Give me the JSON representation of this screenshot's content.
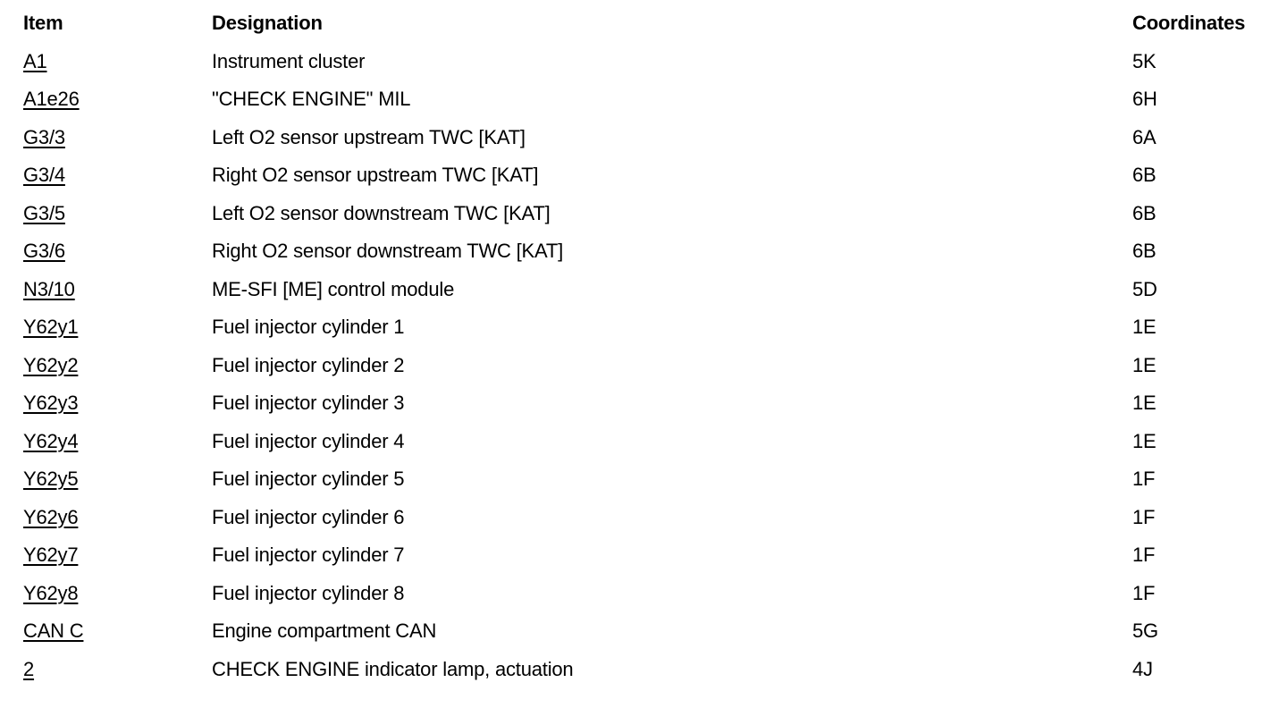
{
  "headers": {
    "item": "Item",
    "designation": "Designation",
    "coordinates": "Coordinates"
  },
  "rows": [
    {
      "item": "A1",
      "designation": "Instrument cluster",
      "coordinates": "5K"
    },
    {
      "item": "A1e26",
      "designation": "\"CHECK ENGINE\" MIL",
      "coordinates": "6H"
    },
    {
      "item": "G3/3",
      "designation": "Left O2 sensor upstream TWC [KAT]",
      "coordinates": "6A"
    },
    {
      "item": "G3/4",
      "designation": "Right O2 sensor upstream TWC [KAT]",
      "coordinates": "6B"
    },
    {
      "item": "G3/5",
      "designation": "Left O2 sensor downstream TWC [KAT]",
      "coordinates": "6B"
    },
    {
      "item": "G3/6",
      "designation": "Right O2 sensor downstream TWC [KAT]",
      "coordinates": "6B"
    },
    {
      "item": "N3/10",
      "designation": "ME-SFI [ME] control module",
      "coordinates": "5D"
    },
    {
      "item": "Y62y1",
      "designation": "Fuel injector cylinder 1",
      "coordinates": "1E"
    },
    {
      "item": "Y62y2",
      "designation": "Fuel injector cylinder 2",
      "coordinates": "1E"
    },
    {
      "item": "Y62y3",
      "designation": "Fuel injector cylinder 3",
      "coordinates": "1E"
    },
    {
      "item": "Y62y4",
      "designation": "Fuel injector cylinder 4",
      "coordinates": "1E"
    },
    {
      "item": "Y62y5",
      "designation": "Fuel injector cylinder 5",
      "coordinates": "1F"
    },
    {
      "item": "Y62y6",
      "designation": "Fuel injector cylinder 6",
      "coordinates": "1F"
    },
    {
      "item": "Y62y7",
      "designation": "Fuel injector cylinder 7",
      "coordinates": "1F"
    },
    {
      "item": "Y62y8",
      "designation": "Fuel injector cylinder 8",
      "coordinates": "1F"
    },
    {
      "item": "CAN C",
      "designation": "Engine compartment CAN",
      "coordinates": "5G"
    },
    {
      "item": "2",
      "designation": "CHECK ENGINE indicator lamp, actuation",
      "coordinates": "4J"
    }
  ]
}
